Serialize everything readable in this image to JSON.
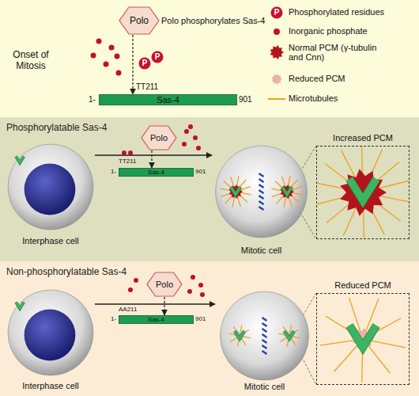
{
  "diagram": {
    "nodes": [
      {
        "text": [
          "Polo"
        ]
      },
      {
        "text": [
          "Sas-4"
        ]
      },
      {
        "text": [
          "Phosphorylatable Sas-4"
        ]
      },
      {
        "text": [
          "Interphase cell"
        ],
        "in": 2
      },
      {
        "text": [
          "Polo"
        ],
        "in": 2
      },
      {
        "text": [
          "Sas-4"
        ],
        "in": 2
      },
      {
        "text": [
          "Mitotic cell"
        ],
        "in": 2
      },
      {
        "text": [
          "Increased PCM"
        ],
        "in": 2
      },
      {
        "text": [
          "Non-phosphorylatable Sas-4"
        ]
      },
      {
        "text": [
          "Interphase cell"
        ],
        "in": 8
      },
      {
        "text": [
          "Polo"
        ],
        "in": 8
      },
      {
        "text": [
          "Sas-4"
        ],
        "in": 8
      },
      {
        "text": [
          "Mitotic cell"
        ],
        "in": 8
      },
      {
        "text": [
          "Reduced PCM"
        ],
        "in": 8
      }
    ],
    "edges": [
      {
        "from": 0,
        "to": 1,
        "arrow": "to"
      },
      {
        "from": 3,
        "to": 6,
        "arrow": "to"
      },
      {
        "from": 4,
        "to": 5,
        "arrow": "to"
      },
      {
        "from": 9,
        "to": 12,
        "arrow": "to"
      },
      {
        "from": 10,
        "to": 11,
        "arrow": "to"
      }
    ],
    "labels": [
      "Onset of Mitosis",
      "Polo phosphorylates Sas-4",
      "P",
      "P",
      "TT211",
      "1-",
      "901",
      "TT211",
      "1-",
      "901",
      "AA211",
      "1-",
      "901",
      "P"
    ],
    "legend": [
      {
        "text": "Phosphorylated residues"
      },
      {
        "text": "Inorganic phosphate",
        "color": "#c1121f"
      },
      {
        "text": "Normal PCM (γ-tubulin and Cnn)",
        "color": "#b3141c"
      },
      {
        "text": "Reduced PCM",
        "color": "#e9b3a3"
      },
      {
        "text": "Microtubules"
      }
    ]
  }
}
